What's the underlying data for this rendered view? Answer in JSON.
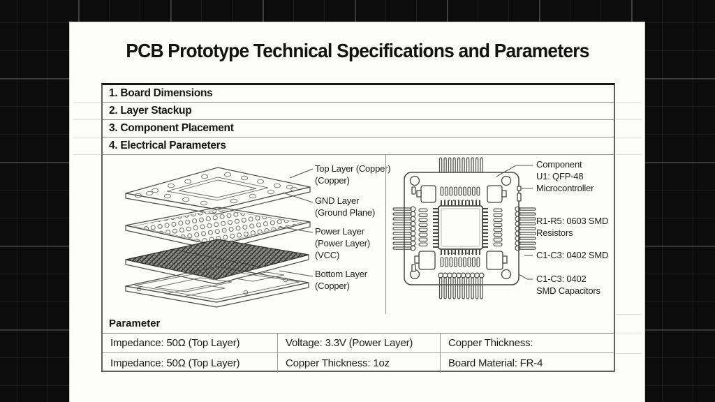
{
  "page": {
    "title": "PCB Prototype Technical Specifications and Parameters"
  },
  "sections": [
    {
      "label": "1. Board Dimensions"
    },
    {
      "label": "2. Layer Stackup"
    },
    {
      "label": "3. Component Placement"
    },
    {
      "label": "4. Electrical Parameters"
    }
  ],
  "stackup_diagram": {
    "labels": [
      {
        "lines": [
          "Top Layer (Copper)",
          "(Copper)"
        ]
      },
      {
        "lines": [
          "GND Layer",
          "(Ground Plane)"
        ]
      },
      {
        "lines": [
          "Power Layer",
          "(Power Layer)",
          "(VCC)"
        ]
      },
      {
        "lines": [
          "Bottom Layer",
          "(Copper)"
        ]
      }
    ]
  },
  "board_diagram": {
    "labels": [
      {
        "lines": [
          "Component",
          "U1: QFP-48",
          "Microcontroller"
        ]
      },
      {
        "lines": [
          "R1-R5: 0603 SMD",
          "Resistors"
        ]
      },
      {
        "lines": [
          "C1-C3: 0402 SMD"
        ]
      },
      {
        "lines": [
          "C1-C3: 0402",
          "SMD Capacitors"
        ]
      }
    ]
  },
  "parameter_table": {
    "header": "Parameter",
    "rows": [
      [
        "Impedance: 50Ω (Top Layer)",
        "Voltage: 3.3V (Power Layer)",
        "Copper Thickness:"
      ],
      [
        "Impedance: 50Ω (Top Layer)",
        "Copper Thickness: 1oz",
        "Board Material: FR-4"
      ]
    ]
  },
  "colors": {
    "background": "#0c0c0c",
    "paper": "#fcfcfa",
    "ink": "#1a1a1a",
    "table_border": "#5f5f5f"
  }
}
